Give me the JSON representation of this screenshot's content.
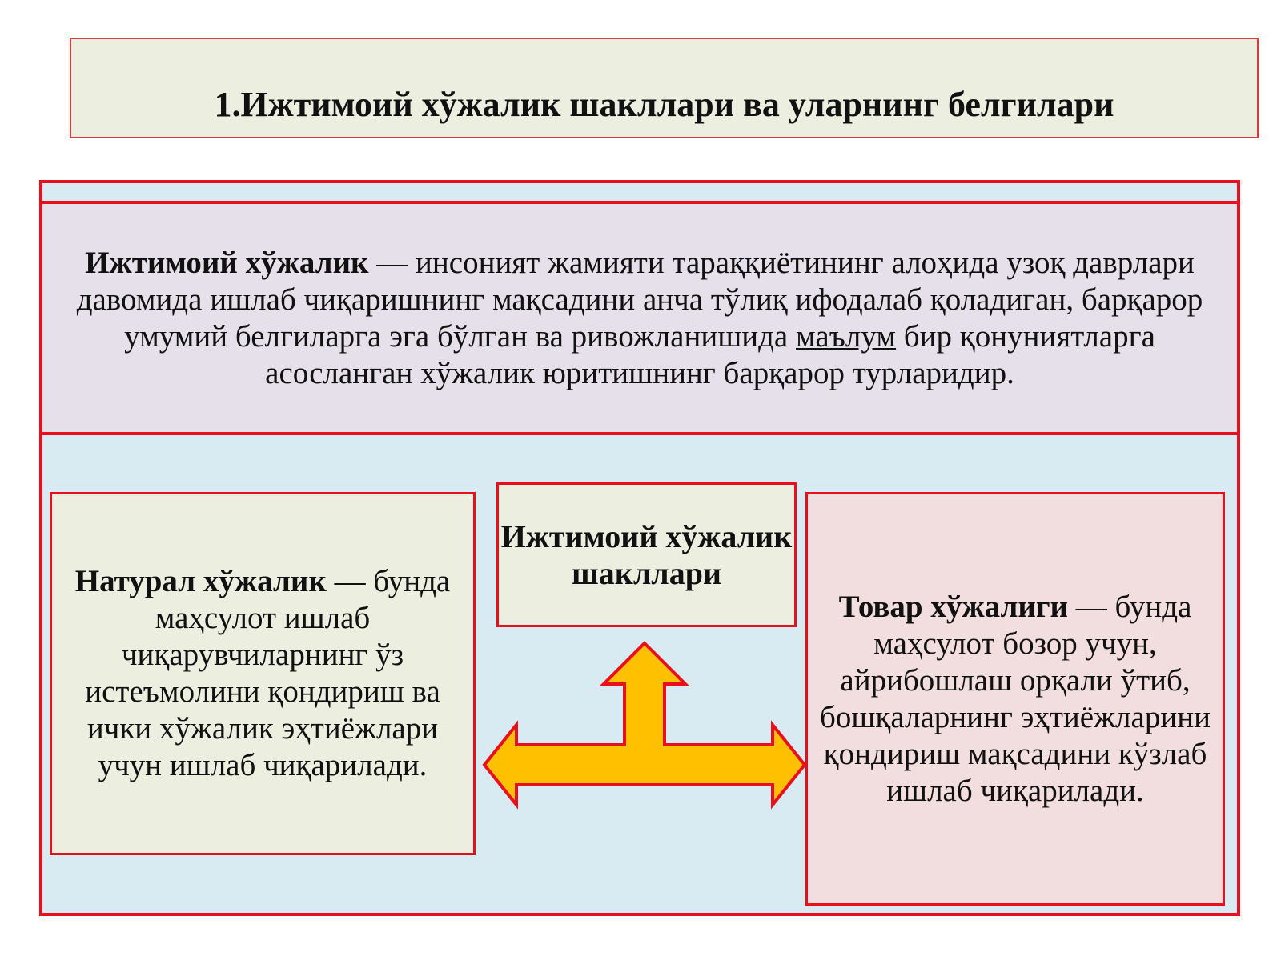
{
  "title": "1.Ижтимоий хўжалик шакллари ва уларнинг белгилари",
  "definition": {
    "term": "Ижтимоий хўжалик",
    "text_part1": " — инсоният жамияти тараққиётининг алоҳида узоқ даврлари давомида ишлаб чиқаришнинг мақсадини анча тўлиқ ифодалаб қоладиган, барқарор умумий белгиларга эга бўлган ва ривожланишида ",
    "underlined": "маълум",
    "text_part2": " бир қонуниятларга асосланган хўжалик юритишнинг барқарор турларидир."
  },
  "center": {
    "label": "Ижтимоий хўжалик шакллари"
  },
  "left": {
    "term": "Натурал хўжалик",
    "text": " — бунда маҳсулот ишлаб чиқарувчиларнинг ўз истеъмолини қондириш ва ички хўжалик эҳтиёжлари учун ишлаб чиқарилади."
  },
  "right": {
    "term": "Товар хўжалиги",
    "text": " — бунда маҳсулот бозор учун, айрибошлаш орқали ўтиб, бошқаларнинг эҳтиёжларини қондириш мақсадини кўзлаб ишлаб чиқарилади."
  },
  "colors": {
    "border": "#e8101c",
    "arrow_fill": "#ffc000",
    "frame_bg": "#d9ebf2",
    "definition_bg": "#e6e0ea",
    "natural_bg": "#eceee0",
    "commodity_bg": "#f2dedf"
  }
}
